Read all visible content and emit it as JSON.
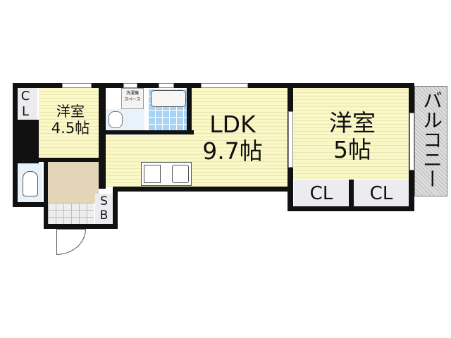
{
  "floorplan": {
    "rooms": {
      "western_room_small": {
        "name": "洋室",
        "size": "4.5帖"
      },
      "ldk": {
        "name": "LDK",
        "size": "9.7帖"
      },
      "western_room_large": {
        "name": "洋室",
        "size": "5帖"
      },
      "closet_small": {
        "label_top": "C",
        "label_bottom": "L"
      },
      "closet_a": {
        "label": "CL"
      },
      "closet_b": {
        "label": "CL"
      },
      "shoe_box": {
        "label_top": "S",
        "label_bottom": "B"
      },
      "balcony": {
        "label": "バルコニー"
      },
      "washer_space": {
        "line1": "洗濯機",
        "line2": "スペース"
      }
    },
    "colors": {
      "room_fill": "#fbf8c8",
      "wall": "#111111",
      "bath_tile": "#a9d3f5",
      "entrance": "#e3d5b8",
      "balcony": "#d0d0d0",
      "closet": "#ececf0"
    }
  }
}
